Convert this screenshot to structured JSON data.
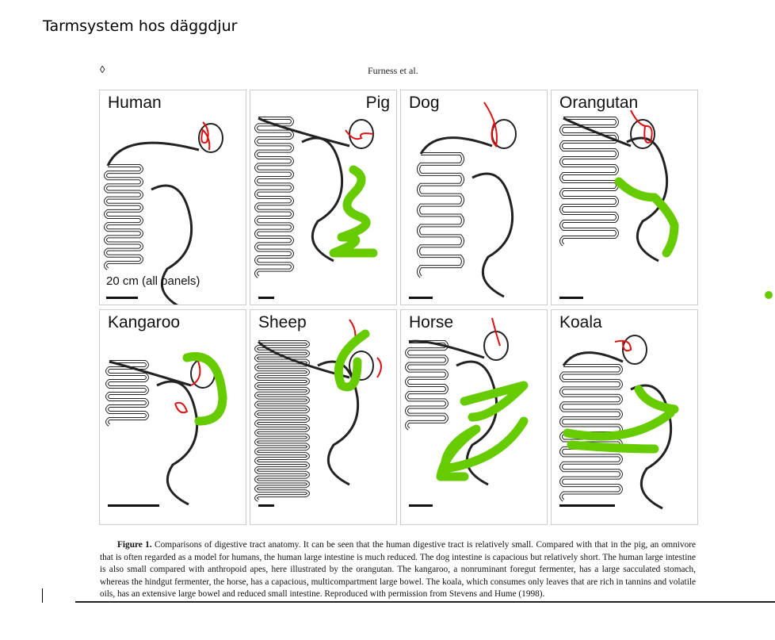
{
  "page_title": "Tarmsystem hos däggdjur",
  "header": {
    "marker": "◊",
    "author": "Furness et al."
  },
  "panels": [
    {
      "label": "Human",
      "scale_note": "20 cm (all panels)"
    },
    {
      "label": "Pig"
    },
    {
      "label": "Dog"
    },
    {
      "label": "Orangutan"
    },
    {
      "label": "Kangaroo"
    },
    {
      "label": "Sheep"
    },
    {
      "label": "Horse"
    },
    {
      "label": "Koala"
    }
  ],
  "caption": {
    "label": "Figure 1.",
    "text": " Comparisons of digestive tract anatomy. It can be seen that the human digestive tract is relatively small. Compared with that in the pig, an omnivore that is often regarded as a model for humans, the human large intestine is much reduced. The dog intestine is capacious but relatively short. The human large intestine is also small compared with anthropoid apes, here illustrated by the orangutan. The kangaroo, a nonruminant foregut fermenter, has a large sacculated stomach, whereas the hindgut fermenter, the horse, has a capacious, multicompartment large bowel. The koala, which consumes only leaves that are rich in tannins and volatile oils, has an extensive large bowel and reduced small intestine. Reproduced with permission from Stevens and Hume (1998)."
  },
  "colors": {
    "annotation_red": "#e01010",
    "annotation_green": "#66cc00",
    "ink": "#111111"
  }
}
